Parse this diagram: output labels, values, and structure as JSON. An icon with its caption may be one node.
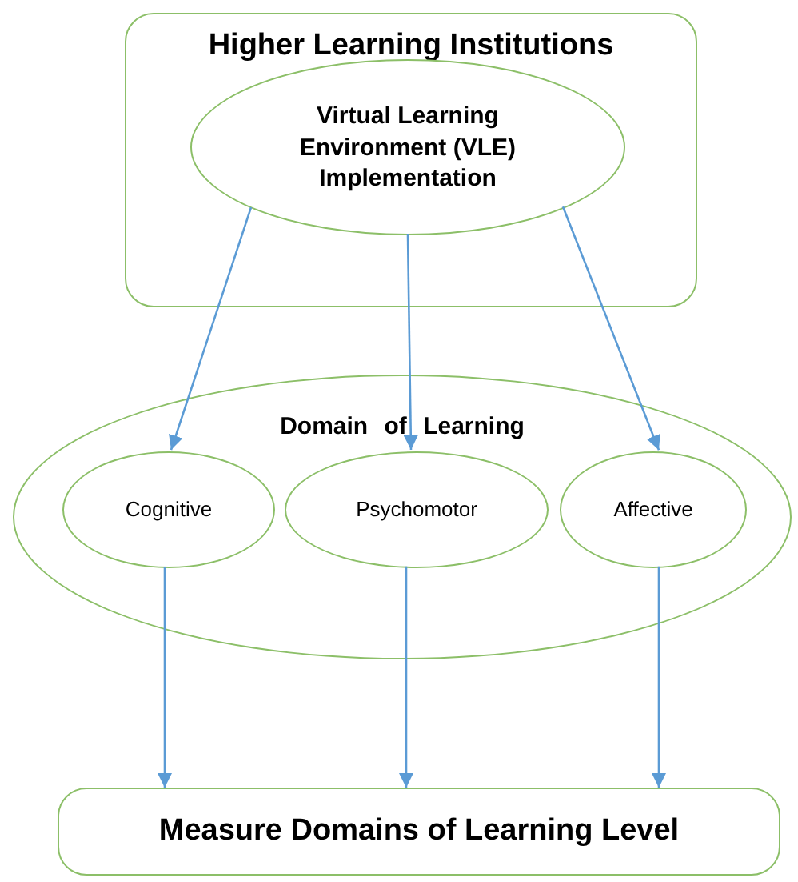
{
  "diagram": {
    "nodes": [
      {
        "text": [
          "Higher Learning Institutions"
        ]
      },
      {
        "text": [
          "Virtual Learning Environment (VLE) Implementation"
        ],
        "in": 0
      },
      {
        "text": [
          "Domain of Learning"
        ]
      },
      {
        "text": [
          "Cognitive"
        ],
        "in": 2
      },
      {
        "text": [
          "Psychomotor"
        ],
        "in": 2
      },
      {
        "text": [
          "Affective"
        ],
        "in": 2
      },
      {
        "text": [
          "Measure Domains of Learning Level"
        ]
      }
    ],
    "edges": [
      {
        "from": 1,
        "to": 3,
        "arrow": "to"
      },
      {
        "from": 1,
        "to": 4,
        "arrow": "to"
      },
      {
        "from": 1,
        "to": 5,
        "arrow": "to"
      },
      {
        "from": 3,
        "to": 6,
        "arrow": "to"
      },
      {
        "from": 4,
        "to": 6,
        "arrow": "to"
      },
      {
        "from": 5,
        "to": 6,
        "arrow": "to"
      }
    ]
  }
}
